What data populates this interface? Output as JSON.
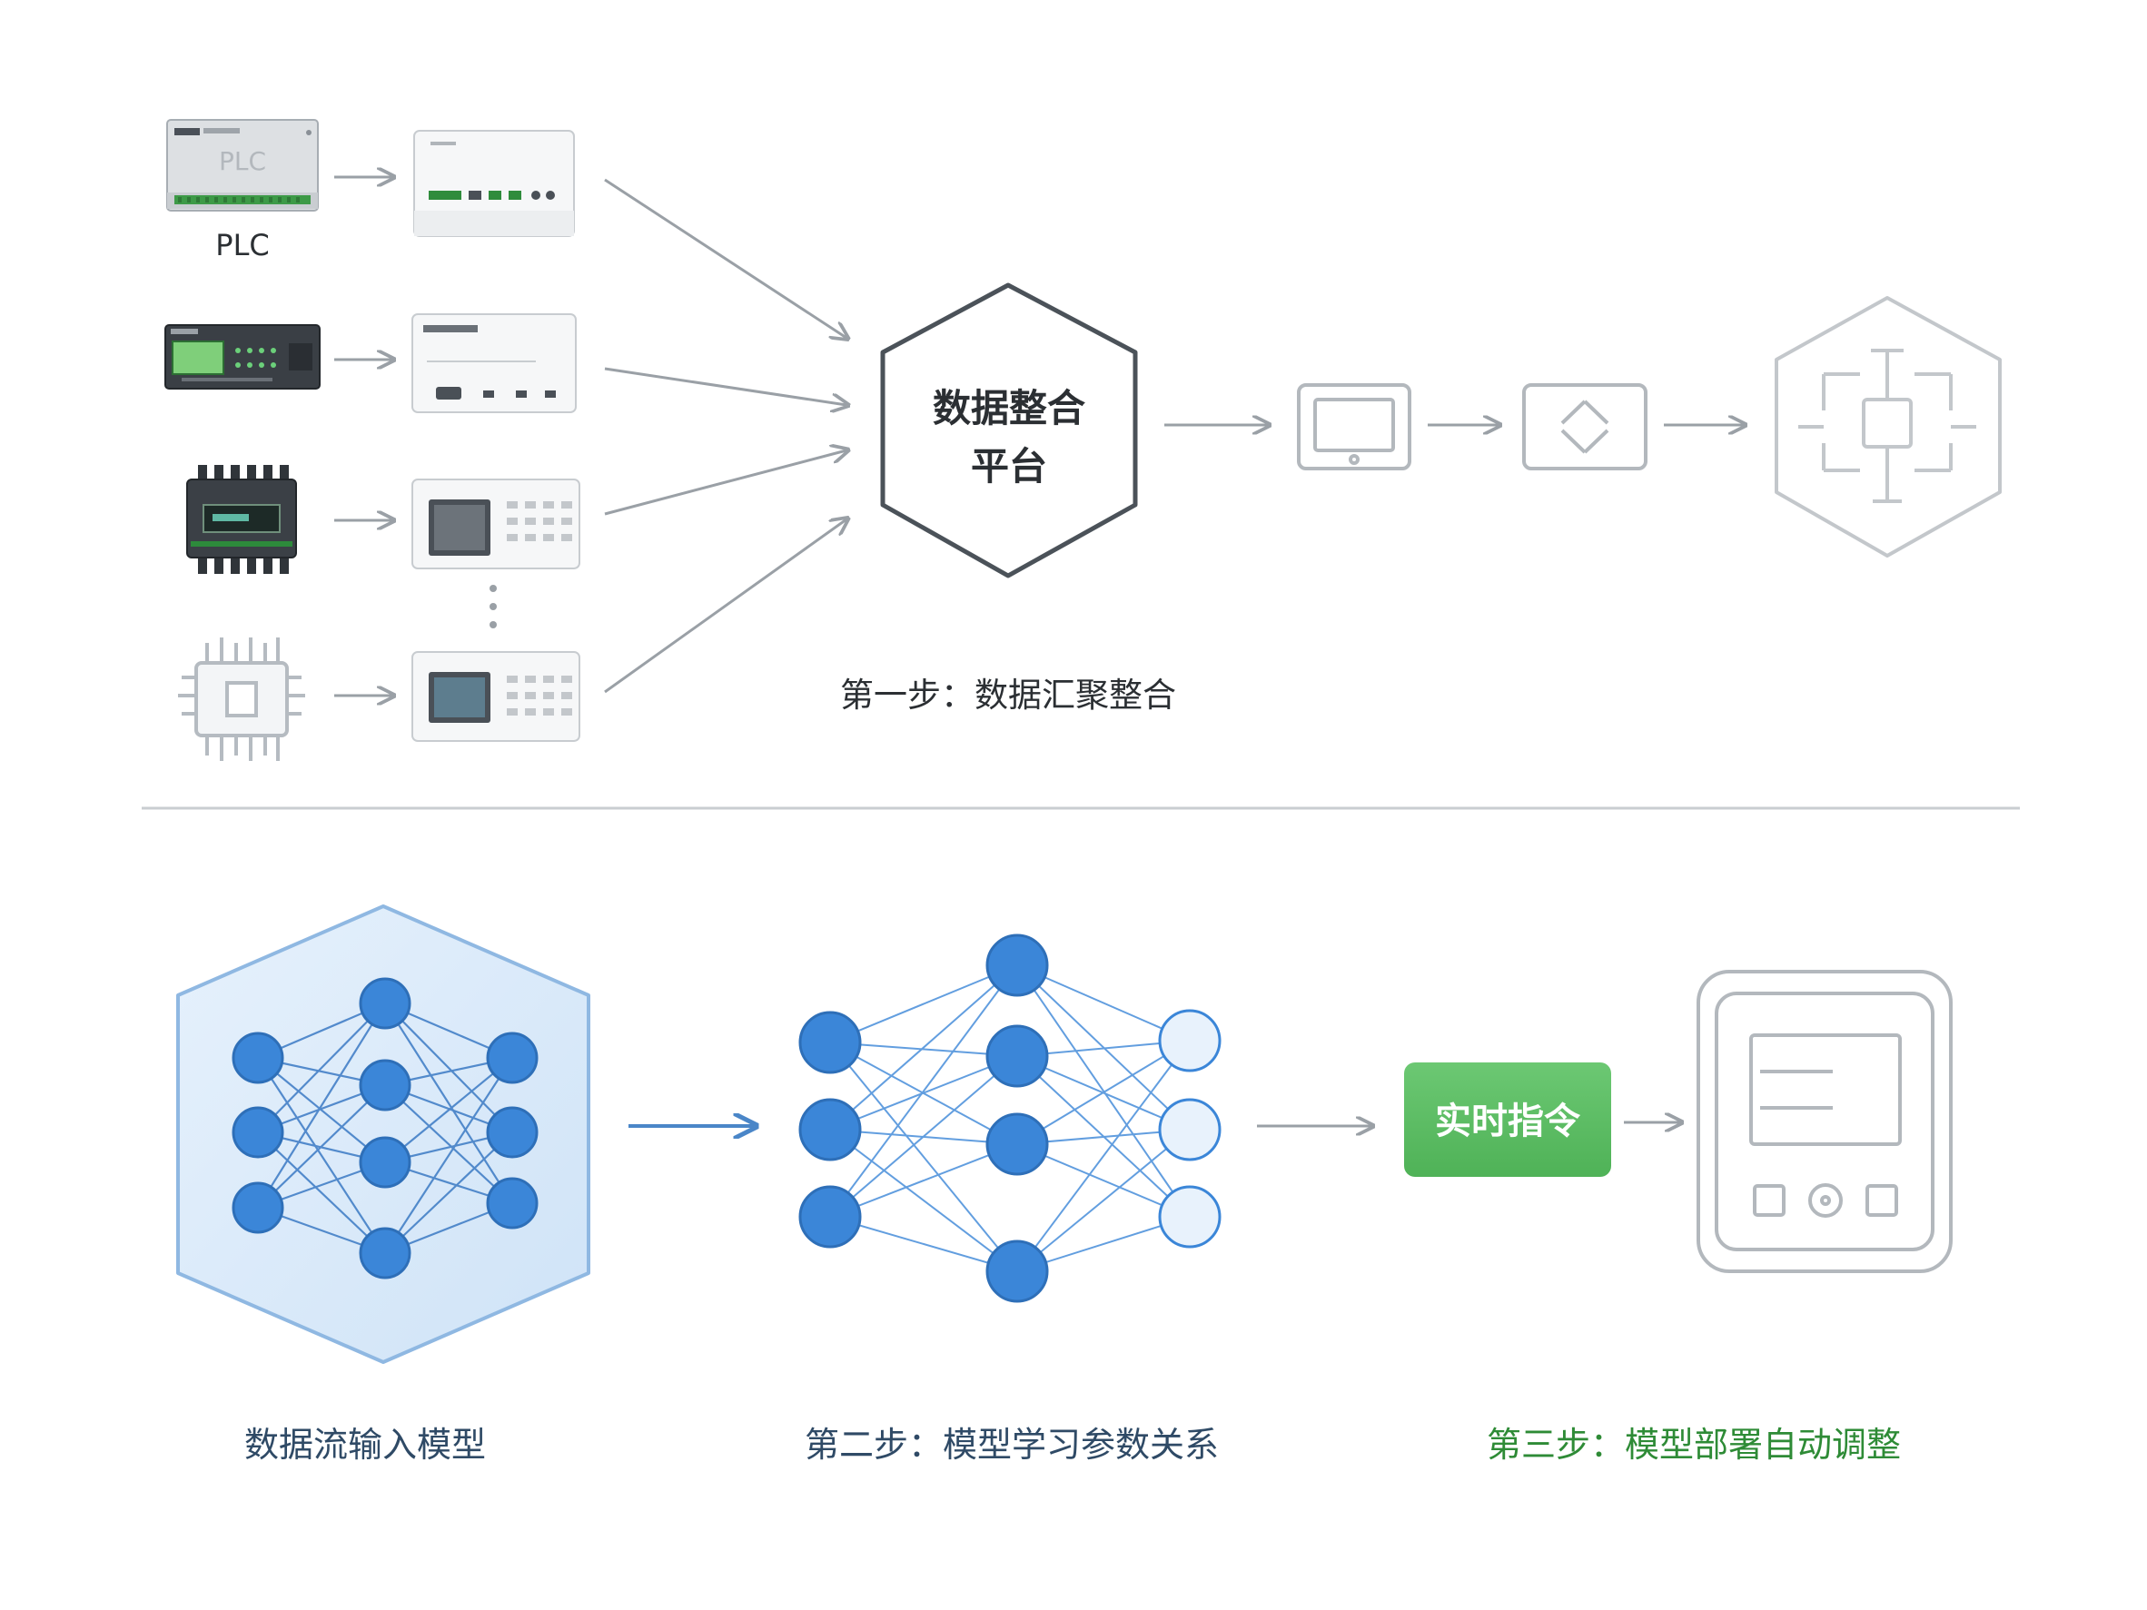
{
  "step1": {
    "plc_label": "PLC",
    "plc_device_text": "PLC",
    "platform_line1": "数据整合",
    "platform_line2": "平台",
    "caption": "第一步：数据汇聚整合"
  },
  "step2": {
    "left_caption": "数据流输入模型",
    "caption": "第二步：模型学习参数关系"
  },
  "step3": {
    "command_label": "实时指令",
    "caption": "第三步：模型部署自动调整"
  },
  "colors": {
    "gray_line": "#9aa0a6",
    "dark_outline": "#4b5259",
    "node_blue": "#3b86d8",
    "node_light": "#e8f2fc",
    "hex_fill": "#dcebfa",
    "green": "#5cbf63",
    "green_text": "#2e8b36",
    "caption_blue": "#2f4a66",
    "text_dark": "#2b2f33"
  }
}
